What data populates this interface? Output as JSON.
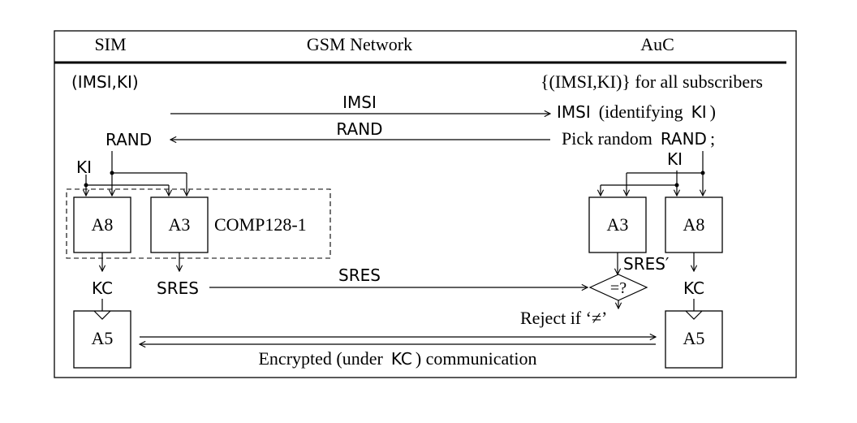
{
  "header": {
    "sim": "SIM",
    "network": "GSM Network",
    "auc": "AuC"
  },
  "sim_side": {
    "state": "(IMSI,KI)",
    "rand": "RAND",
    "ki": "KI",
    "a8": "A8",
    "a3": "A3",
    "comp": "COMP128-1",
    "kc": "KC",
    "sres": "SRES",
    "a5": "A5"
  },
  "auc_side": {
    "state": "{(IMSI,KI)} for all subscribers",
    "imsi_recv": "IMSI",
    "imsi_note": "(identifying",
    "imsi_ki": "KI",
    "imsi_close": ")",
    "pick": "Pick random",
    "pick_rand": "RAND",
    "pick_end": ";",
    "ki": "KI",
    "a3": "A3",
    "a8": "A8",
    "sres_prime": "SRES′",
    "compare": "=?",
    "kc": "KC",
    "a5": "A5",
    "reject": "Reject if ‘≠’"
  },
  "messages": {
    "imsi": "IMSI",
    "rand": "RAND",
    "sres": "SRES",
    "enc_pre": "Encrypted (under",
    "enc_kc": "KC",
    "enc_post": ") communication"
  }
}
